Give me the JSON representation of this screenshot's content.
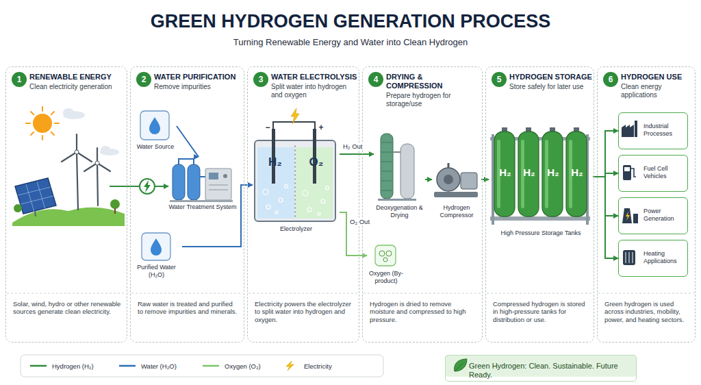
{
  "diagram": {
    "title": "GREEN HYDROGEN GENERATION PROCESS",
    "nodes": [
      {
        "text": [
          "RENEWABLE ENERGY",
          "Clean electricity generation",
          "Solar, wind, hydro or other renewable sources generate clean electricity."
        ]
      },
      {
        "text": [
          "1"
        ],
        "in": 0
      },
      {
        "text": [
          "WATER PURIFICATION",
          "Remove impurities",
          "Raw water is treated and purified to remove impurities and minerals."
        ]
      },
      {
        "text": [
          "2"
        ],
        "in": 2
      },
      {
        "text": [
          "Water Source"
        ],
        "in": 2
      },
      {
        "text": [
          "Water Treatment System"
        ],
        "in": 2
      },
      {
        "text": [
          "Purified Water (H₂O)"
        ],
        "in": 2
      },
      {
        "text": [
          "WATER ELECTROLYSIS",
          "Split water into hydrogen and oxygen",
          "Electricity powers the electrolyzer to split water into hydrogen and oxygen."
        ]
      },
      {
        "text": [
          "3"
        ],
        "in": 7
      },
      {
        "text": [
          "H₂",
          "O₂",
          "Electrolyzer"
        ],
        "in": 7
      },
      {
        "text": [
          "DRYING & COMPRESSION",
          "Prepare hydrogen for storage/use",
          "Hydrogen is dried to remove moisture and compressed to high pressure."
        ]
      },
      {
        "text": [
          "4"
        ],
        "in": 10
      },
      {
        "text": [
          "Oxygen (By-product)"
        ],
        "in": 10
      },
      {
        "text": [
          "Deoxygenation & Drying"
        ],
        "in": 10
      },
      {
        "text": [
          "Hydrogen Compressor"
        ],
        "in": 10
      },
      {
        "text": [
          "HYDROGEN STORAGE",
          "Store safely for later use",
          "Compressed hydrogen is stored in high-pressure tanks for distribution or use."
        ]
      },
      {
        "text": [
          "5"
        ],
        "in": 15
      },
      {
        "text": [
          "H₂",
          "H₂",
          "H₂",
          "H₂",
          "High Pressure Storage Tanks"
        ],
        "in": 15
      },
      {
        "text": [
          "HYDROGEN USE",
          "Clean energy applications",
          "Green hydrogen is used across industries, mobility, power, and heating sectors."
        ]
      },
      {
        "text": [
          "6"
        ],
        "in": 18
      },
      {
        "text": [
          "Industrial Processes"
        ],
        "in": 18
      },
      {
        "text": [
          "Fuel Cell Vehicles"
        ],
        "in": 18
      },
      {
        "text": [
          "Power Generation"
        ],
        "in": 18
      },
      {
        "text": [
          "Heating Applications"
        ],
        "in": 18
      },
      {
        "text": [
          "Green Hydrogen: Clean. Sustainable. Future Ready."
        ]
      }
    ],
    "edges": [
      {
        "from": 0,
        "to": 5,
        "arrow": "to"
      },
      {
        "from": 4,
        "to": 5,
        "arrow": "to"
      },
      {
        "from": 6,
        "to": 9,
        "arrow": "to"
      },
      {
        "from": 9,
        "to": 13,
        "label": "H₂ Out",
        "arrow": "to"
      },
      {
        "from": 9,
        "to": 12,
        "label": "O₂ Out",
        "arrow": "to"
      },
      {
        "from": 13,
        "to": 14,
        "arrow": "to"
      },
      {
        "from": 14,
        "to": 17,
        "arrow": "to"
      },
      {
        "from": 17,
        "to": 20,
        "arrow": "to"
      },
      {
        "from": 17,
        "to": 21,
        "arrow": "to"
      },
      {
        "from": 17,
        "to": 22,
        "arrow": "to"
      },
      {
        "from": 17,
        "to": 23,
        "arrow": "to"
      }
    ],
    "labels": [
      "Turning Renewable Energy and Water into Clean Hydrogen",
      "−",
      "+"
    ],
    "legend": [
      {
        "text": "Hydrogen (H₂)"
      },
      {
        "text": "Water (H₂O)"
      },
      {
        "text": "Oxygen (O₂)"
      },
      {
        "text": "Electricity"
      }
    ]
  }
}
